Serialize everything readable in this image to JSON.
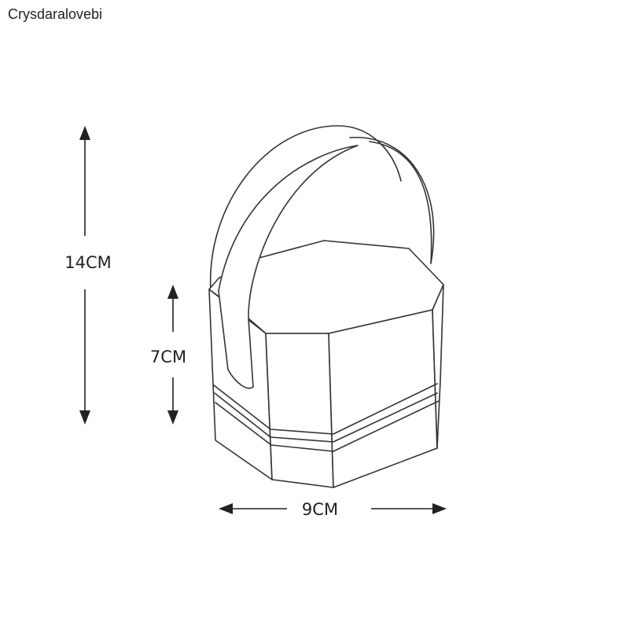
{
  "brand": {
    "name": "Crysdaralovebi"
  },
  "dimensions": {
    "total_height": "14CM",
    "box_height": "7CM",
    "width": "9CM"
  },
  "colors": {
    "line": "#333333",
    "background": "#ffffff"
  }
}
